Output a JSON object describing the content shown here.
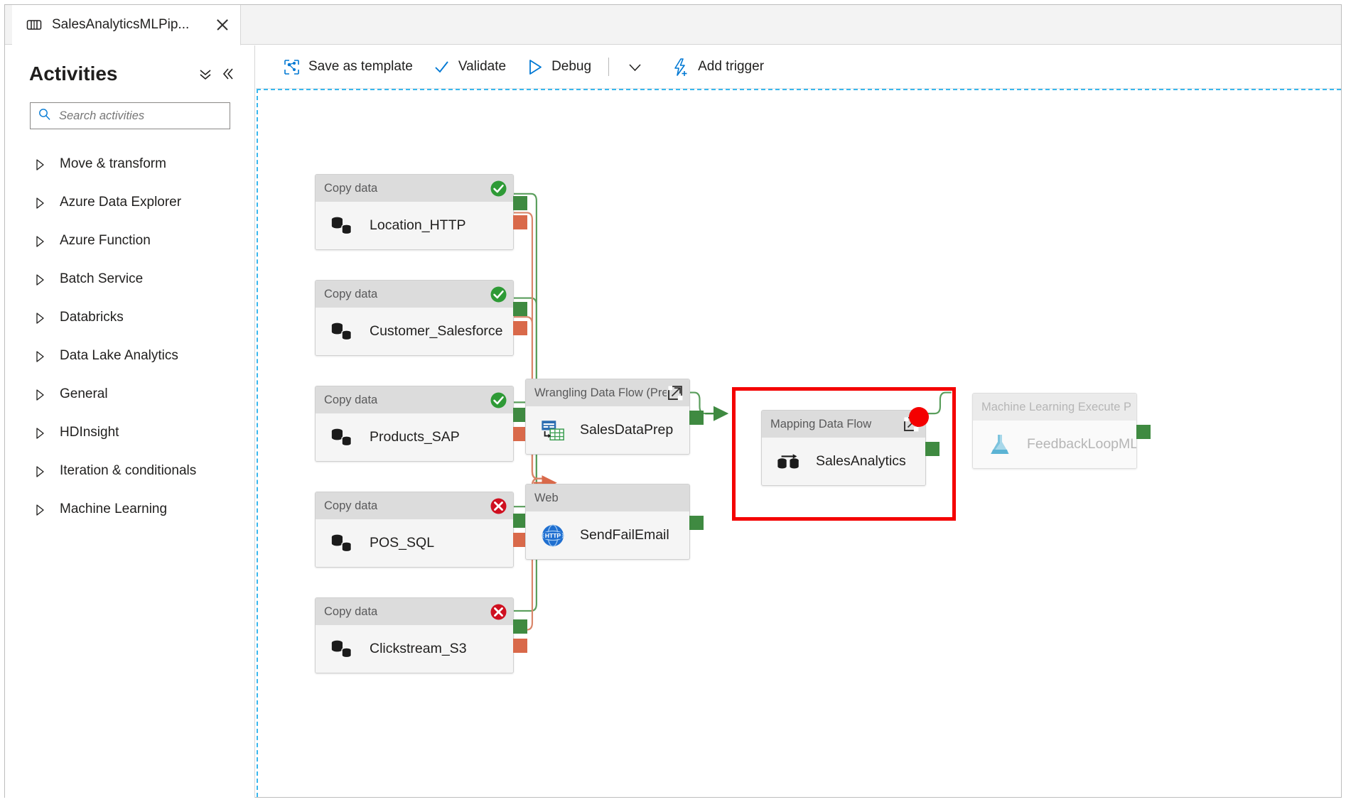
{
  "window": {
    "tab": {
      "icon": "pipeline-icon",
      "title": "SalesAnalyticsMLPip...",
      "close_label": "Close tab"
    }
  },
  "sidebar": {
    "title": "Activities",
    "collapse_all_icon": "chevron-double-down-icon",
    "collapse_panel_icon": "chevron-double-left-icon",
    "search": {
      "icon": "search-icon",
      "placeholder": "Search activities",
      "value": ""
    },
    "items": [
      {
        "label": "Move & transform",
        "icon": "caret-right-icon"
      },
      {
        "label": "Azure Data Explorer",
        "icon": "caret-right-icon"
      },
      {
        "label": "Azure Function",
        "icon": "caret-right-icon"
      },
      {
        "label": "Batch Service",
        "icon": "caret-right-icon"
      },
      {
        "label": "Databricks",
        "icon": "caret-right-icon"
      },
      {
        "label": "Data Lake Analytics",
        "icon": "caret-right-icon"
      },
      {
        "label": "General",
        "icon": "caret-right-icon"
      },
      {
        "label": "HDInsight",
        "icon": "caret-right-icon"
      },
      {
        "label": "Iteration & conditionals",
        "icon": "caret-right-icon"
      },
      {
        "label": "Machine Learning",
        "icon": "caret-right-icon"
      }
    ]
  },
  "toolbar": {
    "save_as_template": {
      "label": "Save as template",
      "icon": "save-template-icon"
    },
    "validate": {
      "label": "Validate",
      "icon": "checkmark-icon"
    },
    "debug": {
      "label": "Debug",
      "icon": "play-triangle-icon"
    },
    "debug_dropdown_icon": "chevron-down-icon",
    "add_trigger": {
      "label": "Add trigger",
      "icon": "lightning-bolt-plus-icon"
    }
  },
  "canvas": {
    "nodes": [
      {
        "id": "location_http",
        "type": "Copy data",
        "name": "Location_HTTP",
        "icon": "copy-data-icon",
        "status": "success",
        "dim": false,
        "popout": false
      },
      {
        "id": "customer_salesforce",
        "type": "Copy data",
        "name": "Customer_Salesforce",
        "icon": "copy-data-icon",
        "status": "success",
        "dim": false,
        "popout": false
      },
      {
        "id": "products_sap",
        "type": "Copy data",
        "name": "Products_SAP",
        "icon": "copy-data-icon",
        "status": "success",
        "dim": false,
        "popout": false
      },
      {
        "id": "pos_sql",
        "type": "Copy data",
        "name": "POS_SQL",
        "icon": "copy-data-icon",
        "status": "error",
        "dim": false,
        "popout": false
      },
      {
        "id": "clickstream_s3",
        "type": "Copy data",
        "name": "Clickstream_S3",
        "icon": "copy-data-icon",
        "status": "error",
        "dim": false,
        "popout": false
      },
      {
        "id": "salesdataprep",
        "type": "Wrangling Data Flow (Preview",
        "name": "SalesDataPrep",
        "icon": "wrangling-data-flow-icon",
        "status": "none",
        "dim": false,
        "popout": true
      },
      {
        "id": "sendfailemail",
        "type": "Web",
        "name": "SendFailEmail",
        "icon": "http-web-icon",
        "status": "none",
        "dim": false,
        "popout": false
      },
      {
        "id": "salesanalytics",
        "type": "Mapping Data Flow",
        "name": "SalesAnalytics",
        "icon": "mapping-data-flow-icon",
        "status": "none",
        "dim": false,
        "popout": true
      },
      {
        "id": "feedbackloopml",
        "type": "Machine Learning Execute Pipeline",
        "name": "FeedbackLoopML",
        "icon": "azure-ml-icon",
        "status": "none",
        "dim": true,
        "popout": false
      }
    ],
    "annotation": {
      "highlight_color": "#f40000",
      "marker": "red-dot"
    },
    "colors": {
      "success_port": "#3f8a41",
      "failure_port": "#d9694a",
      "canvas_border": "#39b7ee"
    }
  }
}
